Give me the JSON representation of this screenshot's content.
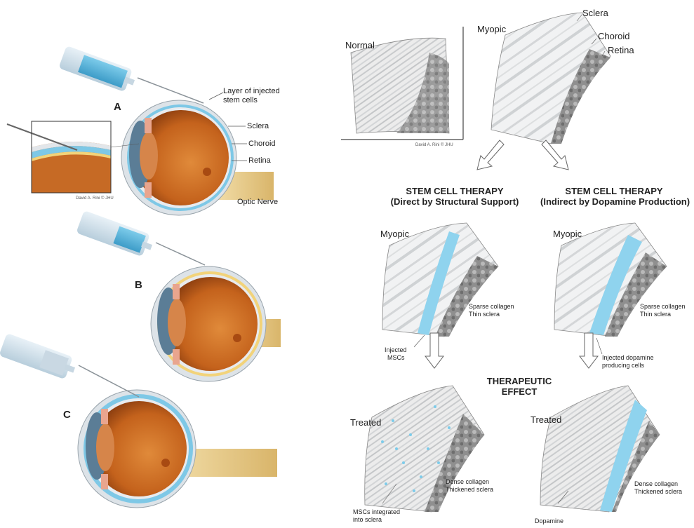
{
  "left_panel": {
    "panel_a": {
      "letter": "A",
      "injected_layer": "Layer of injected",
      "injected_layer2": "stem cells",
      "sclera": "Sclera",
      "choroid": "Choroid",
      "retina": "Retina",
      "optic_nerve": "Optic Nerve",
      "credit": "David A. Rini © JHU"
    },
    "panel_b": {
      "letter": "B"
    },
    "panel_c": {
      "letter": "C"
    }
  },
  "top_comparison": {
    "normal": "Normal",
    "myopic": "Myopic",
    "sclera": "Sclera",
    "choroid": "Choroid",
    "retina": "Retina",
    "credit": "David A. Rini © JHU"
  },
  "therapy_left": {
    "title1": "STEM CELL THERAPY",
    "title2": "(Direct by Structural Support)",
    "myopic": "Myopic",
    "sparse1": "Sparse collagen",
    "sparse2": "Thin sclera",
    "injected1": "Injected",
    "injected2": "MSCs",
    "treated": "Treated",
    "dense1": "Dense collagen",
    "dense2": "Thickened sclera",
    "integrated1": "MSCs integrated",
    "integrated2": "into sclera"
  },
  "therapy_right": {
    "title1": "STEM CELL THERAPY",
    "title2": "(Indirect by Dopamine Production)",
    "myopic": "Myopic",
    "sparse1": "Sparse collagen",
    "sparse2": "Thin sclera",
    "injected1": "Injected dopamine",
    "injected2": "producing cells",
    "treated": "Treated",
    "dense1": "Dense collagen",
    "dense2": "Thickened sclera",
    "dopamine": "Dopamine"
  },
  "center": {
    "effect1": "THERAPEUTIC",
    "effect2": "EFFECT"
  },
  "colors": {
    "stem_cells": "#8fd3ee",
    "eye_interior": "#c4641e",
    "sclera": "#e9edf0",
    "choroid": "#9a9a9a",
    "optic_nerve": "#e6c98a",
    "lens": "#5b7d96"
  }
}
